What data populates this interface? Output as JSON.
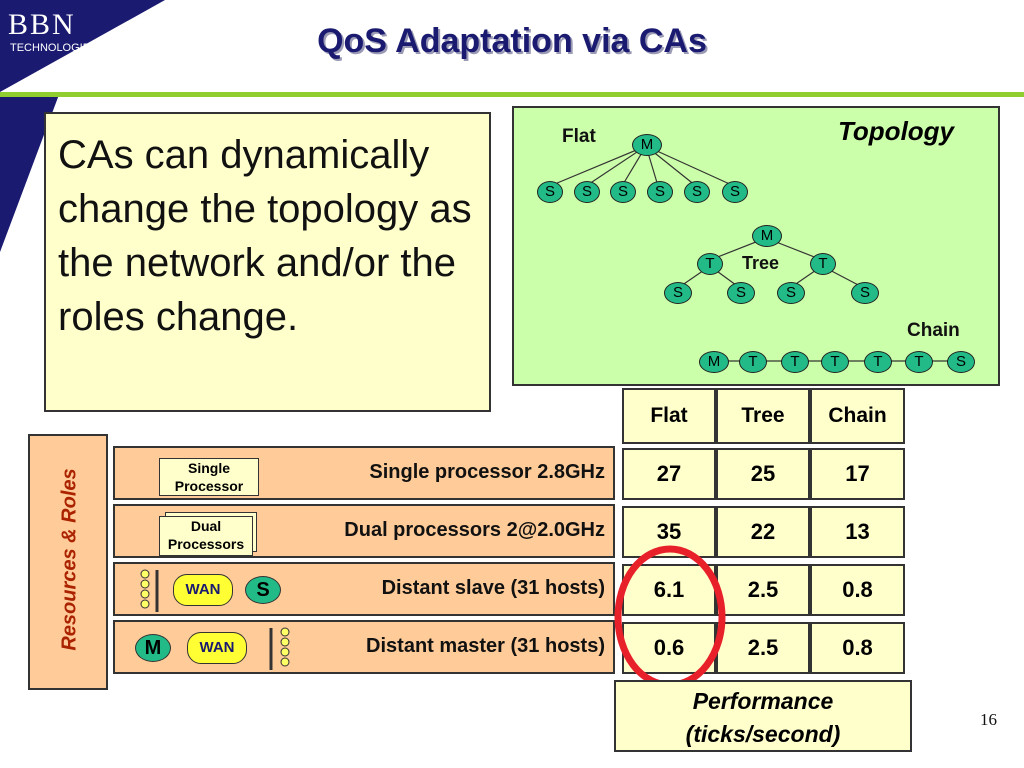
{
  "logo": {
    "main": "BBN",
    "sub": "TECHNOLOGIES"
  },
  "title": "QoS Adaptation via CAs",
  "body_text": "CAs can dynamically change the topology as the network and/or the roles change.",
  "topology": {
    "heading": "Topology",
    "flat": {
      "label": "Flat",
      "master": "M",
      "slaves": [
        "S",
        "S",
        "S",
        "S",
        "S",
        "S"
      ]
    },
    "tree": {
      "label": "Tree",
      "master": "M",
      "mids": [
        "T",
        "T"
      ],
      "leaves": [
        "S",
        "S",
        "S",
        "S"
      ]
    },
    "chain": {
      "label": "Chain",
      "nodes": [
        "M",
        "T",
        "T",
        "T",
        "T",
        "T",
        "S"
      ]
    }
  },
  "side_label": "Resources & Roles",
  "table": {
    "columns": [
      "Flat",
      "Tree",
      "Chain"
    ],
    "rows": [
      {
        "label": "Single processor 2.8GHz",
        "icon_text": [
          "Single",
          "Processor"
        ],
        "values": [
          "27",
          "25",
          "17"
        ]
      },
      {
        "label": "Dual processors 2@2.0GHz",
        "icon_text": [
          "Dual",
          "Processors"
        ],
        "values": [
          "35",
          "22",
          "13"
        ]
      },
      {
        "label": "Distant slave (31 hosts)",
        "wan": "WAN",
        "role": "S",
        "values": [
          "6.1",
          "2.5",
          "0.8"
        ]
      },
      {
        "label": "Distant master (31 hosts)",
        "wan": "WAN",
        "role": "M",
        "values": [
          "0.6",
          "2.5",
          "0.8"
        ]
      }
    ]
  },
  "performance": {
    "line1": "Performance",
    "line2": "(ticks/second)"
  },
  "page_number": "16",
  "colors": {
    "title": "#1a1a70",
    "rule": "#8fce2e",
    "node": "#22bb88",
    "highlight": "#e8202a",
    "panel": "#ffffcc",
    "topology_bg": "#ccffaa",
    "band": "#ffcc99"
  }
}
